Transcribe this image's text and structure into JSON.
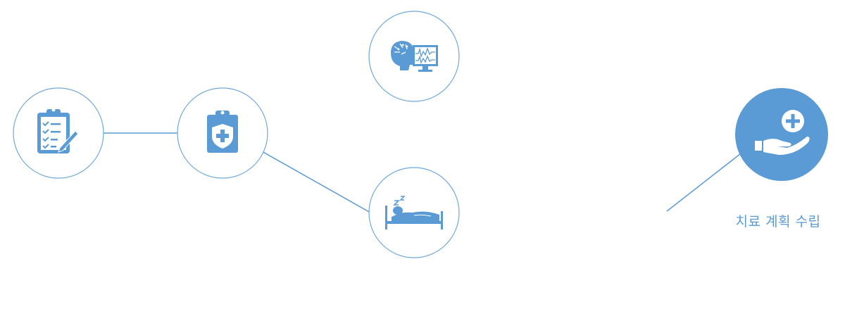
{
  "colors": {
    "accent": "#5b9bd5",
    "outline": "#6fa8dc",
    "background": "#ffffff"
  },
  "nodes": [
    {
      "id": "checklist",
      "icon": "clipboard-checklist-icon",
      "filled": false
    },
    {
      "id": "medical-record",
      "icon": "medical-clipboard-shield-icon",
      "filled": false
    },
    {
      "id": "brain-monitor",
      "icon": "brain-eeg-monitor-icon",
      "filled": false
    },
    {
      "id": "sleep",
      "icon": "sleeping-in-bed-icon",
      "filled": false
    },
    {
      "id": "treatment-plan",
      "icon": "hand-medical-cross-icon",
      "filled": true
    }
  ],
  "treatment_plan": {
    "label": "치료 계획 수립"
  }
}
